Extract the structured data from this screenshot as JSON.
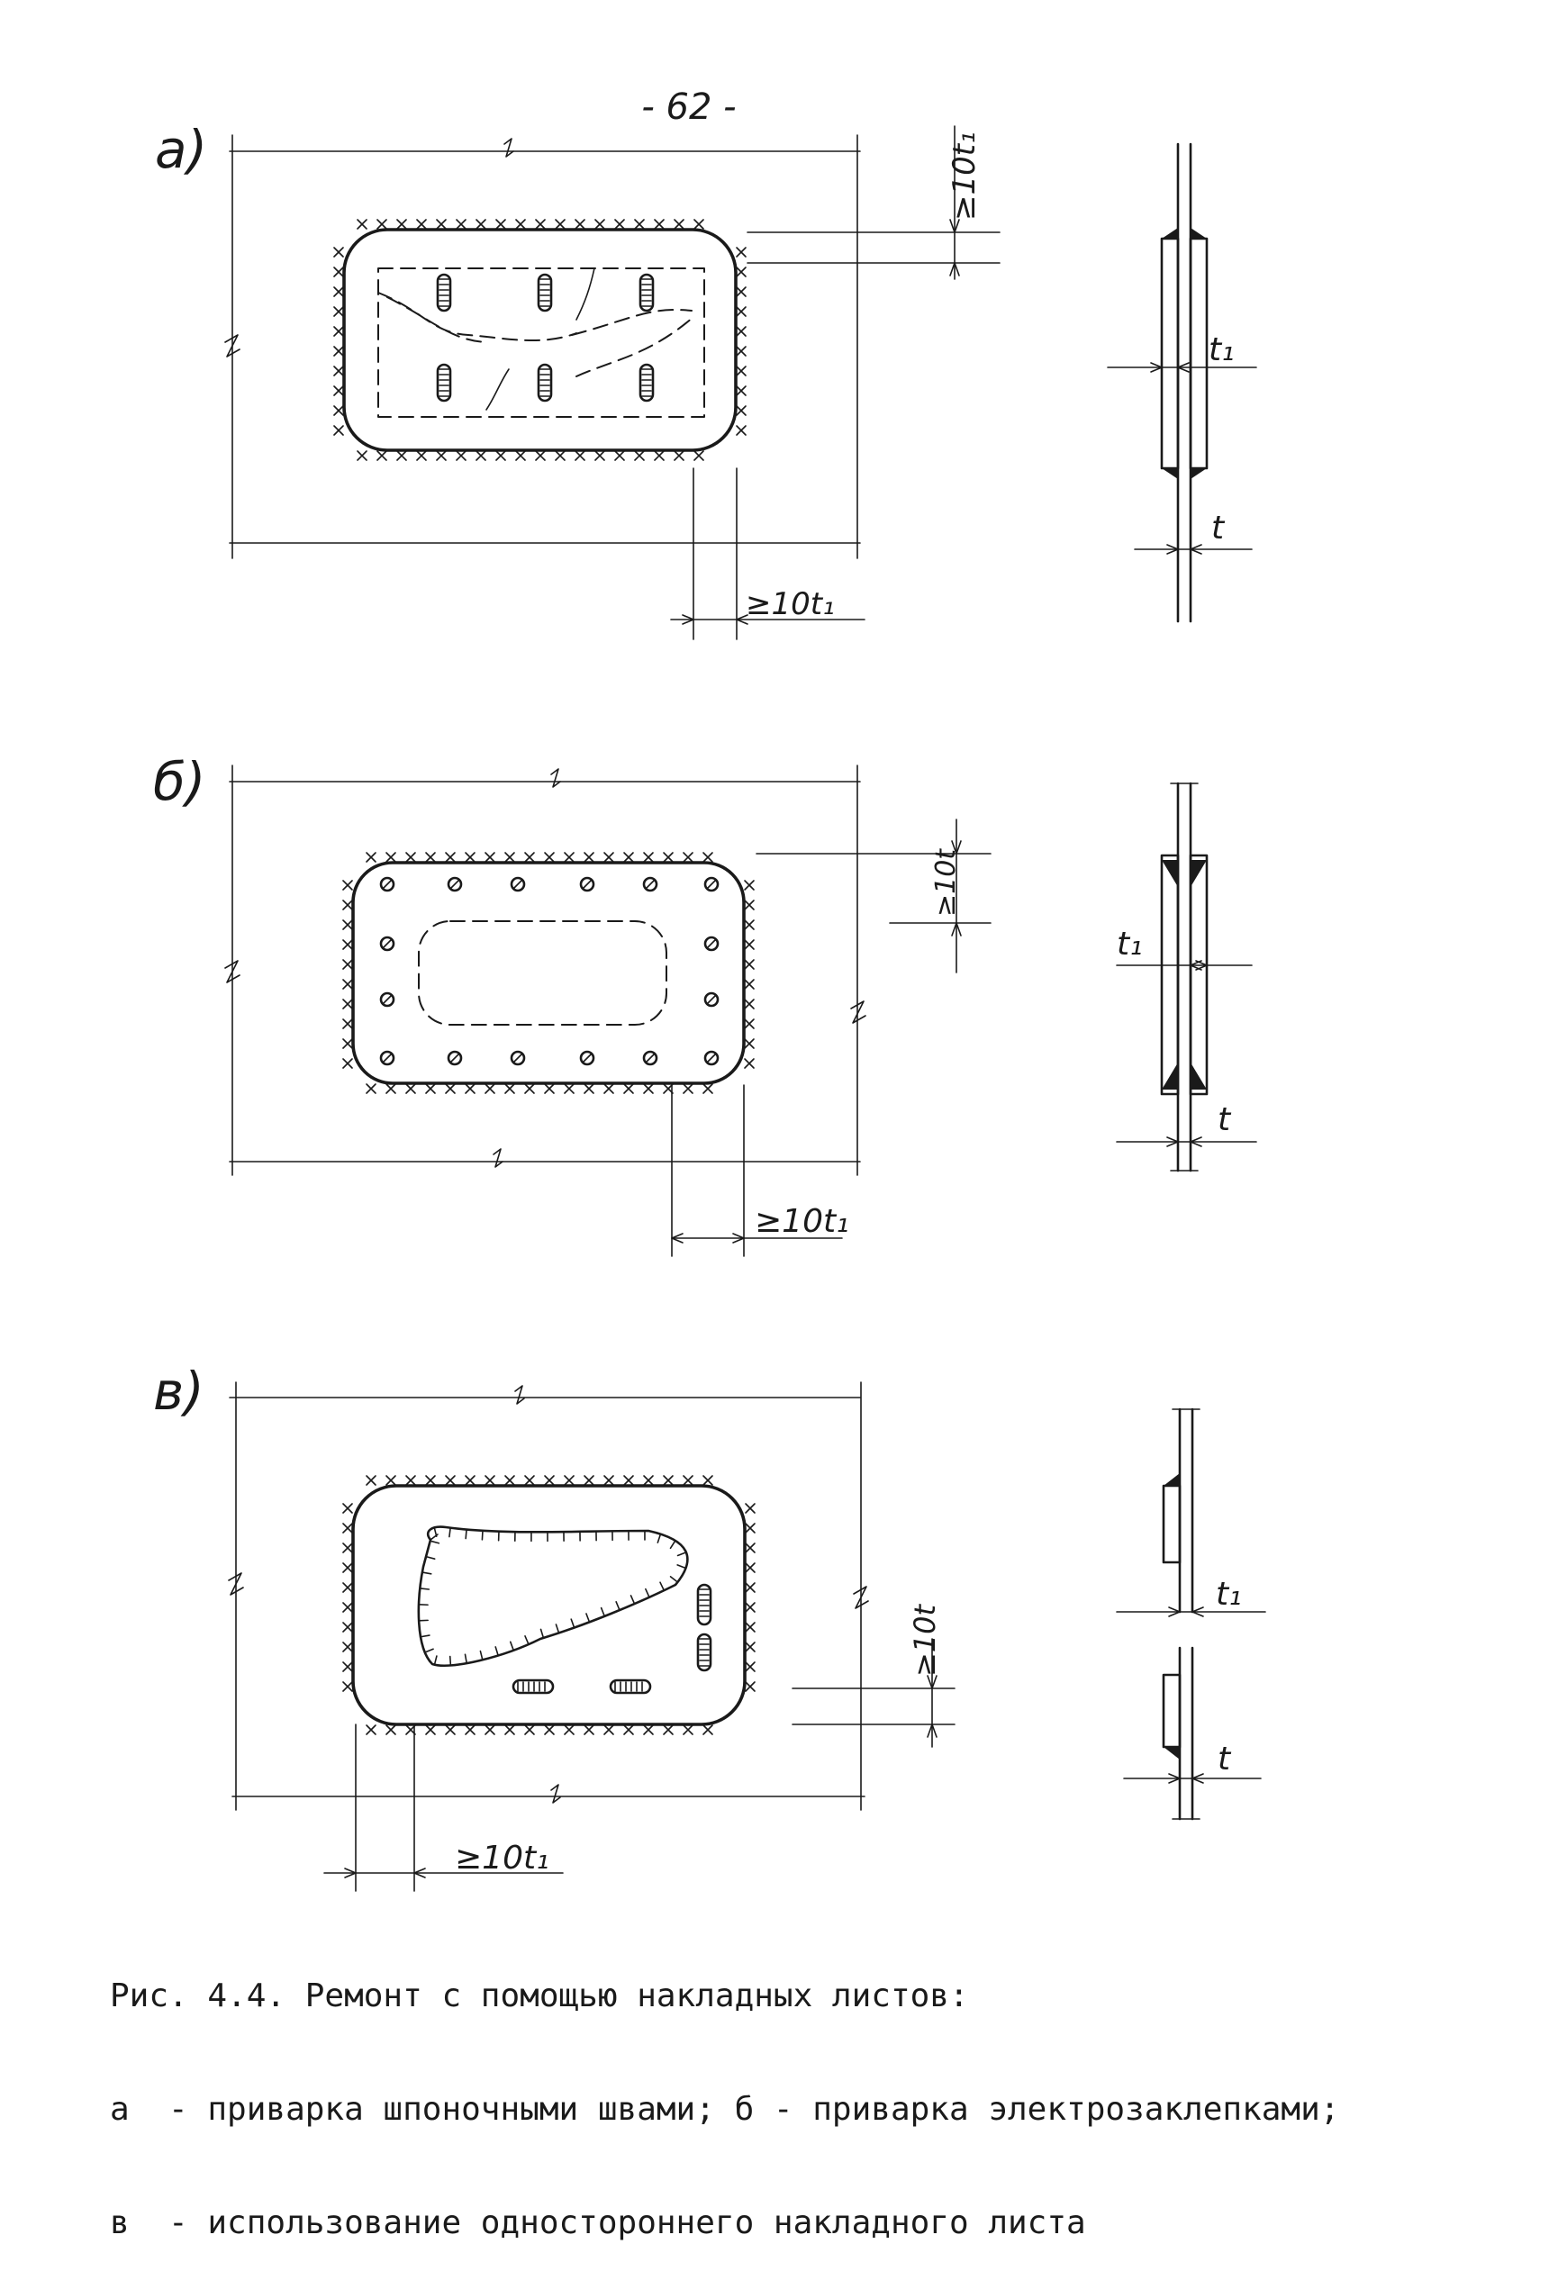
{
  "page_number": "- 62 -",
  "panels": [
    {
      "id": "a",
      "label": "а)",
      "dim_offset_top": "≥10t₁",
      "dim_offset_bottom": "≥10t₁",
      "section_t1": "t₁",
      "section_t": "t"
    },
    {
      "id": "b",
      "label": "б)",
      "dim_offset_top": "≥10t",
      "dim_offset_bottom": "≥10t₁",
      "section_t1": "t₁",
      "section_t": "t"
    },
    {
      "id": "v",
      "label": "в)",
      "dim_offset_top": "≥10t",
      "dim_offset_bottom": "≥10t₁",
      "section_t1": "t₁",
      "section_t": "t"
    }
  ],
  "caption": {
    "title": "Рис. 4.4. Ремонт с помощью накладных листов:",
    "line_a": "а  - приварка шпоночными швами; б - приварка электрозаклепками;",
    "line_v": "в  - использование одностороннего накладного листа"
  }
}
